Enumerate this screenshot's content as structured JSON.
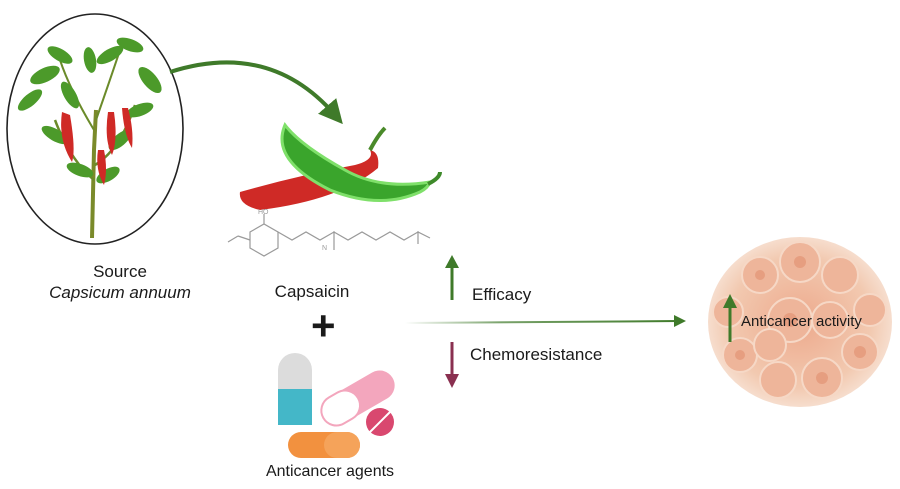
{
  "source": {
    "title": "Source",
    "species": "Capsicum annuum"
  },
  "compound": {
    "name": "Capsaicin"
  },
  "operator": "+",
  "agents": {
    "label": "Anticancer agents"
  },
  "effects": {
    "increase": {
      "label": "Efficacy",
      "direction": "up",
      "color": "#3f7a2a"
    },
    "decrease": {
      "label": "Chemoresistance",
      "direction": "down",
      "color": "#8a3050"
    }
  },
  "outcome": {
    "label": "Anticancer activity",
    "direction": "up",
    "color": "#3f7a2a"
  },
  "colors": {
    "arrow_green": "#3f7a2a",
    "pepper_red": "#cf2a26",
    "pepper_green": "#3aa52c",
    "tumor": "#f0c4a8"
  }
}
